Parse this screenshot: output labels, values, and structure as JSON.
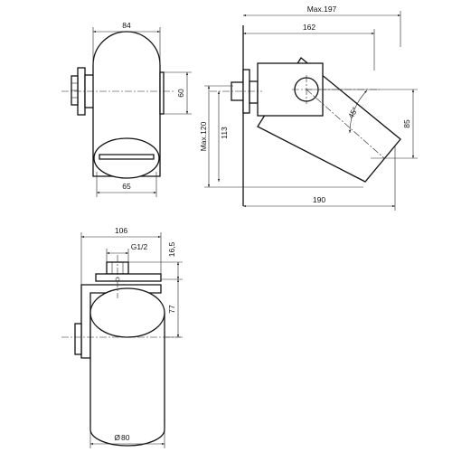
{
  "dimensions": {
    "front_width": "84",
    "front_height": "60",
    "front_base": "65",
    "side_overall": "Max.197",
    "side_body": "162",
    "side_max_height": "Max.120",
    "side_center_height": "113",
    "side_right_height": "85",
    "side_bottom_length": "190",
    "side_angle": "45°",
    "top_width": "106",
    "top_thread": "G1/2",
    "top_offset": "16,5",
    "top_height": "77",
    "top_diameter": "80"
  },
  "symbols": {
    "diameter_glyph": "Ø"
  }
}
